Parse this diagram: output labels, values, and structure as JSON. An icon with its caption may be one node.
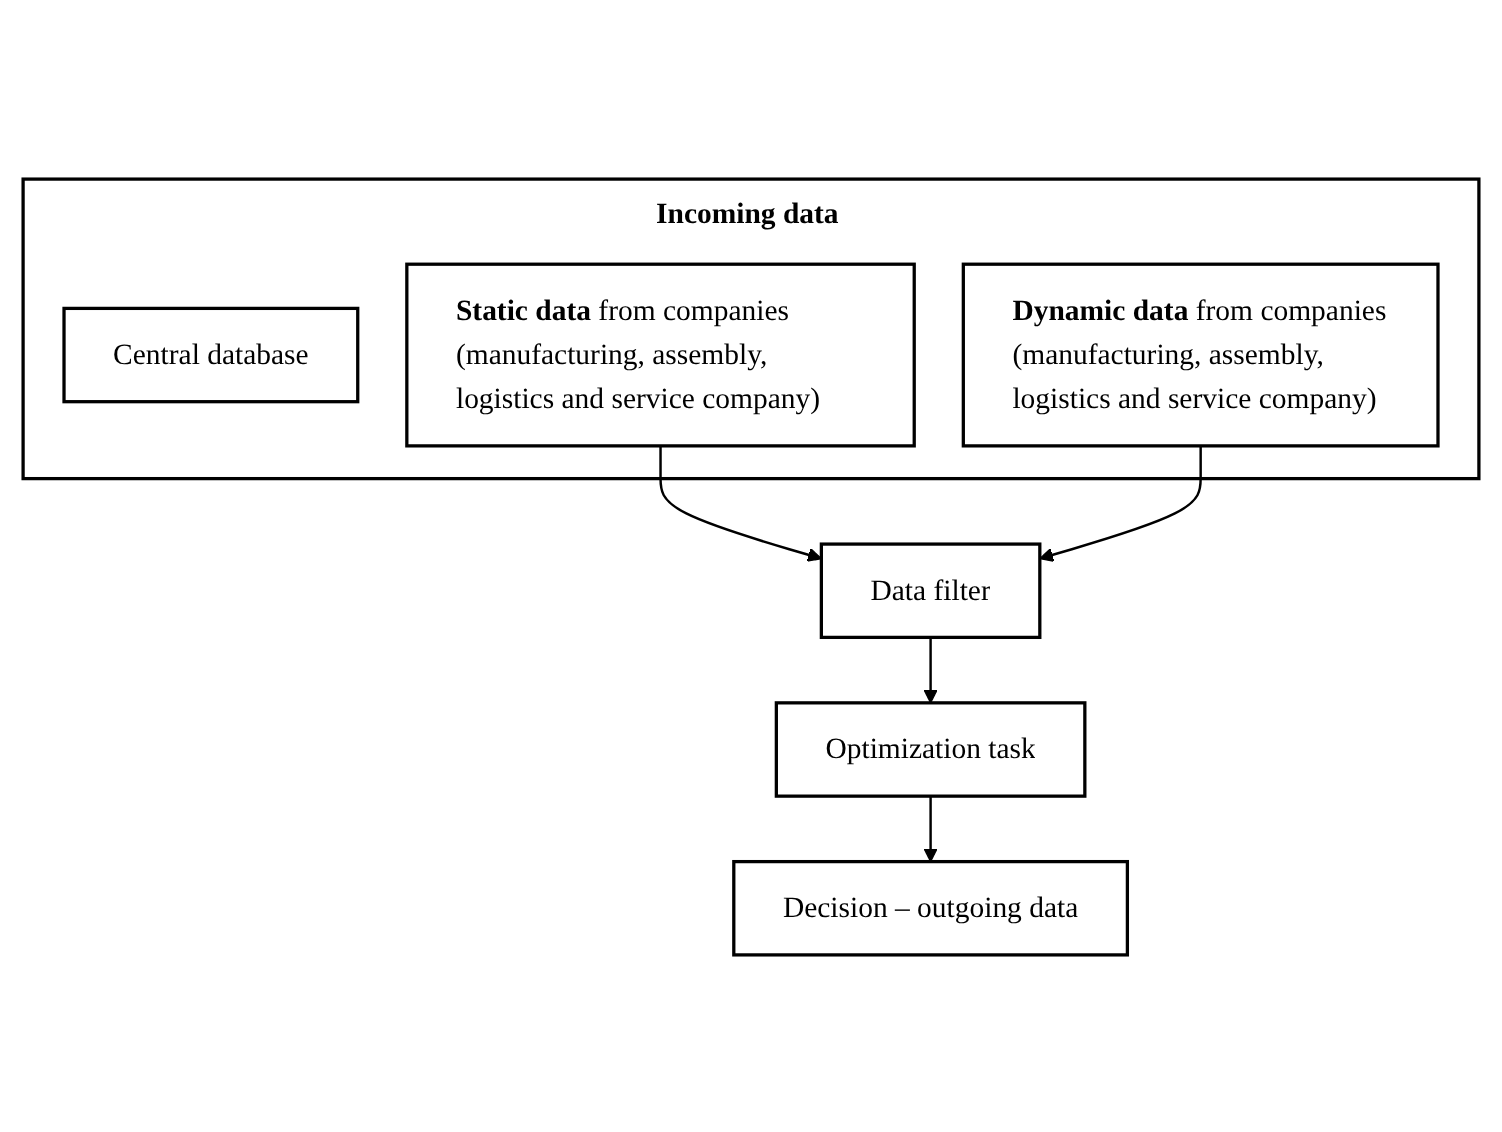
{
  "diagram": {
    "nodes": [
      {
        "text": [
          "Incoming data"
        ]
      },
      {
        "text": [
          "Central database"
        ],
        "in": 0
      },
      {
        "text": [
          "**Static data** from companies (manufacturing, assembly, logistics and service company)"
        ],
        "in": 0
      },
      {
        "text": [
          "**Dynamic data** from companies (manufacturing, assembly, logistics and service company)"
        ],
        "in": 0
      },
      {
        "text": [
          "Data filter"
        ]
      },
      {
        "text": [
          "Optimization task"
        ]
      },
      {
        "text": [
          "Decision – outgoing data"
        ]
      }
    ],
    "edges": [
      {
        "from": 2,
        "to": 4,
        "arrow": "to"
      },
      {
        "from": 3,
        "to": 4,
        "arrow": "to"
      },
      {
        "from": 4,
        "to": 5,
        "arrow": "to"
      },
      {
        "from": 5,
        "to": 6,
        "arrow": "to"
      }
    ]
  }
}
